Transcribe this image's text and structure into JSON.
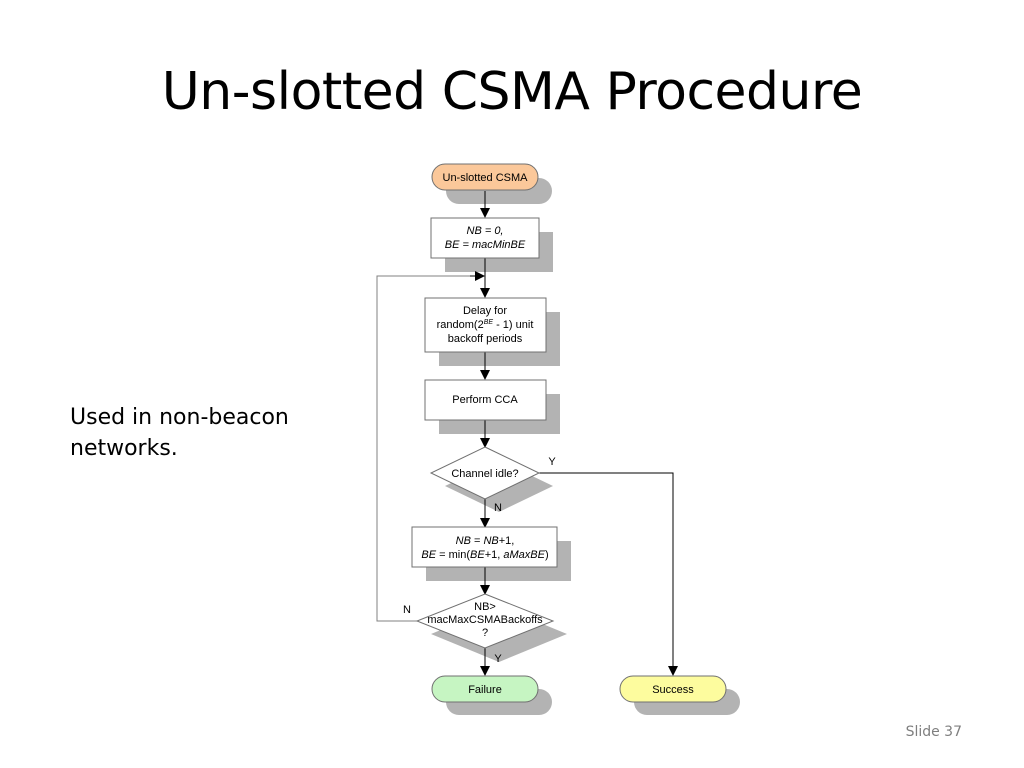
{
  "slide": {
    "title": "Un-slotted CSMA Procedure",
    "bullet": "Used in non-beacon networks.",
    "number": "Slide 37"
  },
  "flowchart": {
    "start": "Un-slotted CSMA",
    "init_line1": "NB = 0,",
    "init_line2": "BE = macMinBE",
    "delay_line1": "Delay for",
    "delay_line2_a": "random(2",
    "delay_line2_sup": "BE",
    "delay_line2_b": " - 1) unit",
    "delay_line3": "backoff periods",
    "cca": "Perform CCA",
    "idle_decision": "Channel idle?",
    "idle_yes": "Y",
    "idle_no": "N",
    "update_l1_a": "NB",
    "update_l1_b": " = ",
    "update_l1_c": "NB",
    "update_l1_d": "+1,",
    "update_l2_a": "BE",
    "update_l2_b": " = min(",
    "update_l2_c": "BE",
    "update_l2_d": "+1, ",
    "update_l2_e": "aMaxBE",
    "update_l2_f": ")",
    "max_line1": "NB>",
    "max_line2": "macMaxCSMABackoffs",
    "max_line3": "?",
    "max_yes": "Y",
    "max_no": "N",
    "failure": "Failure",
    "success": "Success"
  },
  "colors": {
    "start_fill": "#fbc89a",
    "failure_fill": "#c6f5c2",
    "success_fill": "#fdfc9e",
    "shadow": "#b3b3b3",
    "box_border": "#707070",
    "line": "#808080"
  }
}
